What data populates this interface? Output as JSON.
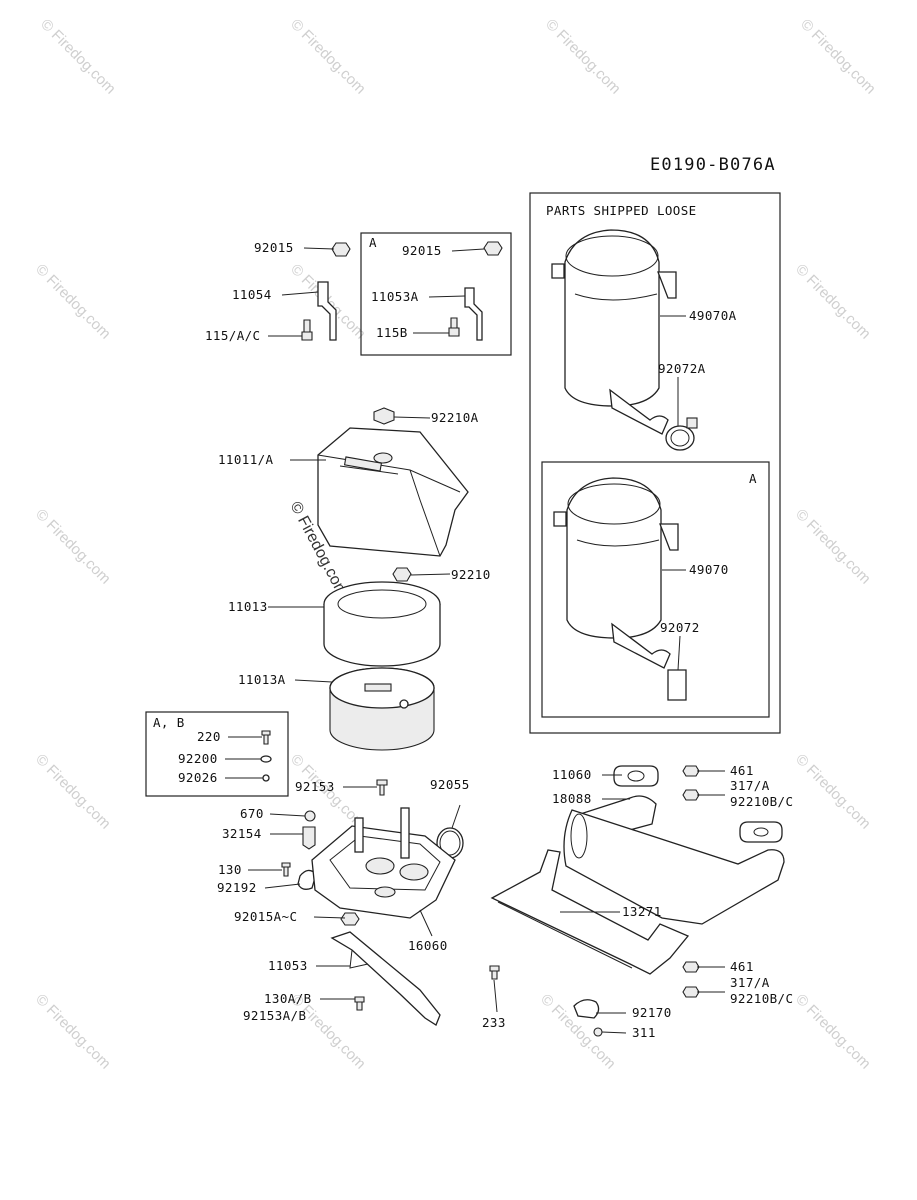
{
  "diagram_code": "E0190-B076A",
  "watermark": "© Firedog.com",
  "parts_shipped_loose": "PARTS SHIPPED LOOSE",
  "box_a_tag": "A",
  "box_ab_tag": "A, B",
  "labels": {
    "l92015": "92015",
    "l11054": "11054",
    "l115ac": "115/A/C",
    "la92015": "92015",
    "l11053A": "11053A",
    "l115B": "115B",
    "l92210A": "92210A",
    "l11011A": "11011/A",
    "l92210": "92210",
    "l11013": "11013",
    "l11013A": "11013A",
    "l220": "220",
    "l92200": "92200",
    "l92026": "92026",
    "l92153": "92153",
    "l92055": "92055",
    "l670": "670",
    "l32154": "32154",
    "l130": "130",
    "l92192": "92192",
    "l92015Ac": "92015A~C",
    "l16060": "16060",
    "l11053": "11053",
    "l130AB": "130A/B",
    "l92153AB": "92153A/B",
    "l49070A": "49070A",
    "l92072A": "92072A",
    "l49070": "49070",
    "l92072": "92072",
    "l11060": "11060",
    "l18088": "18088",
    "l461a": "461",
    "l317Aa": "317/A",
    "l92210BCa": "92210B/C",
    "l13271": "13271",
    "l461b": "461",
    "l317Ab": "317/A",
    "l92210BCb": "92210B/C",
    "l233": "233",
    "l92170": "92170",
    "l311": "311"
  }
}
